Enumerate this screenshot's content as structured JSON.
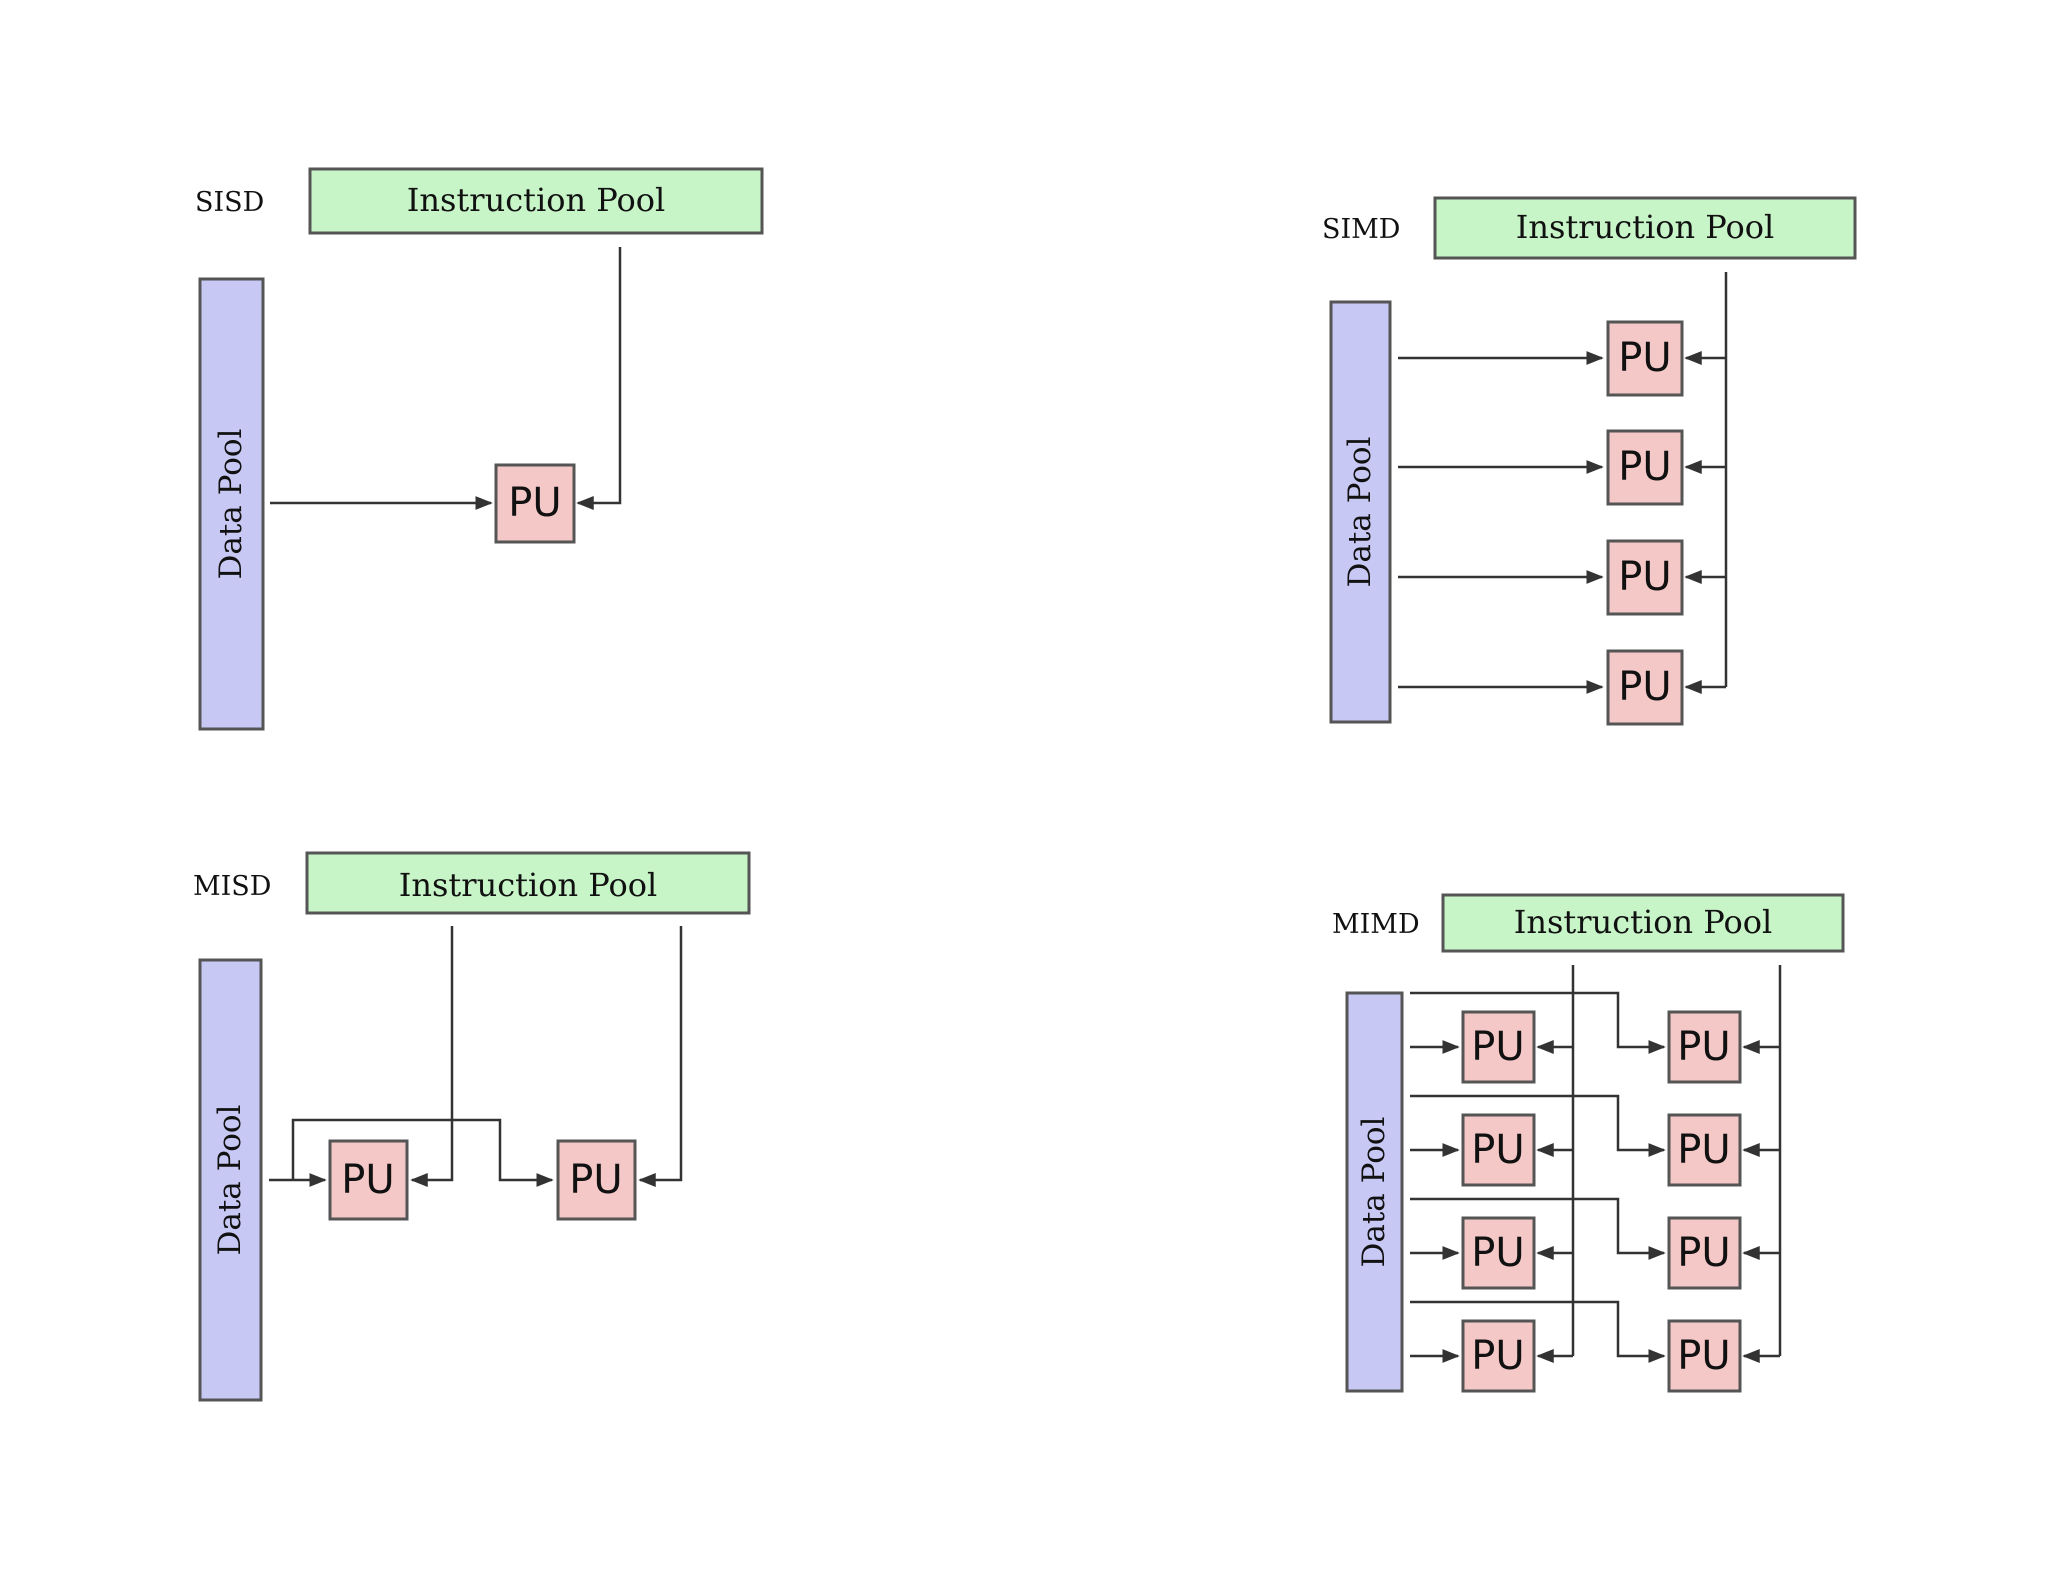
{
  "pu_label": "PU",
  "colors": {
    "instruction_pool": "#c8f5c8",
    "data_pool": "#c8c8f5",
    "processing_unit": "#f5c8c8",
    "lines": "#333333"
  },
  "diagrams": [
    {
      "id": "sisd",
      "label": "SISD",
      "instruction_pool": "Instruction Pool",
      "data_pool": "Data Pool",
      "pu_count": 1
    },
    {
      "id": "simd",
      "label": "SIMD",
      "instruction_pool": "Instruction Pool",
      "data_pool": "Data Pool",
      "pu_count": 4
    },
    {
      "id": "misd",
      "label": "MISD",
      "instruction_pool": "Instruction Pool",
      "data_pool": "Data Pool",
      "pu_count": 2
    },
    {
      "id": "mimd",
      "label": "MIMD",
      "instruction_pool": "Instruction Pool",
      "data_pool": "Data Pool",
      "pu_count": 8
    }
  ]
}
